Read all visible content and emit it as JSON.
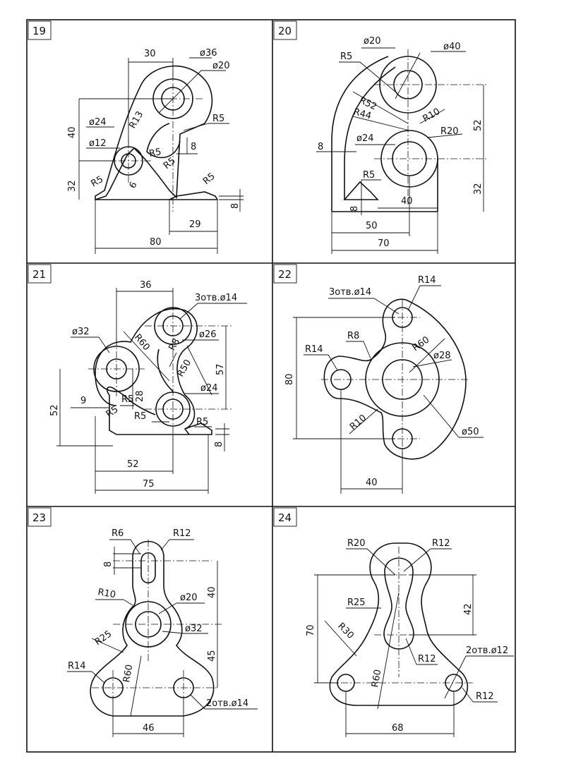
{
  "panels": [
    {
      "number": "19",
      "dims": [
        "30",
        "ø36",
        "ø20",
        "R5",
        "40",
        "ø24",
        "R13",
        "8",
        "ø12",
        "R5",
        "R5",
        "R5",
        "R5",
        "32",
        "6",
        "8",
        "29",
        "80"
      ]
    },
    {
      "number": "20",
      "dims": [
        "ø20",
        "ø40",
        "R5",
        "R52",
        "R44",
        "R10",
        "R20",
        "52",
        "ø24",
        "8",
        "R5",
        "40",
        "32",
        "8",
        "50",
        "70"
      ]
    },
    {
      "number": "21",
      "dims": [
        "36",
        "3отв.ø14",
        "ø32",
        "R60",
        "ø26",
        "R8",
        "R50",
        "57",
        "52",
        "9",
        "R5",
        "28",
        "ø24",
        "R5",
        "R5",
        "R5",
        "8",
        "52",
        "75"
      ]
    },
    {
      "number": "22",
      "dims": [
        "3отв.ø14",
        "R14",
        "R8",
        "R60",
        "R14",
        "ø28",
        "80",
        "R10",
        "ø50",
        "40"
      ]
    },
    {
      "number": "23",
      "dims": [
        "R6",
        "R12",
        "8",
        "R10",
        "ø20",
        "40",
        "ø32",
        "R25",
        "45",
        "R14",
        "R60",
        "2отв.ø14",
        "46"
      ]
    },
    {
      "number": "24",
      "dims": [
        "R20",
        "R12",
        "R25",
        "42",
        "70",
        "R30",
        "R12",
        "2отв.ø12",
        "R60",
        "R12",
        "68"
      ]
    }
  ]
}
